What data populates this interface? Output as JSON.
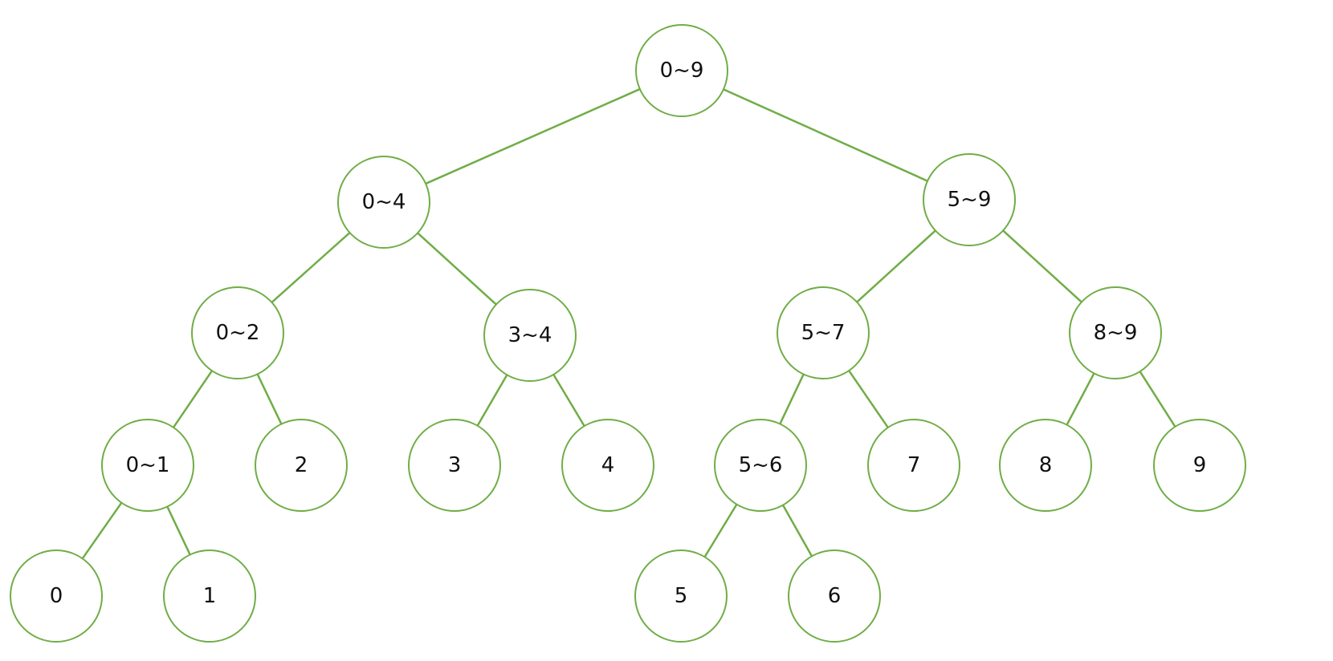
{
  "theme": {
    "stroke_color": "#70ad47",
    "node_fill": "#ffffff",
    "text_color": "#111111"
  },
  "nodes": [
    {
      "id": "n09",
      "label": "0~9"
    },
    {
      "id": "n04",
      "label": "0~4"
    },
    {
      "id": "n59",
      "label": "5~9"
    },
    {
      "id": "n02",
      "label": "0~2"
    },
    {
      "id": "n34",
      "label": "3~4"
    },
    {
      "id": "n57",
      "label": "5~7"
    },
    {
      "id": "n89",
      "label": "8~9"
    },
    {
      "id": "n01",
      "label": "0~1"
    },
    {
      "id": "n2",
      "label": "2"
    },
    {
      "id": "n3",
      "label": "3"
    },
    {
      "id": "n4",
      "label": "4"
    },
    {
      "id": "n56",
      "label": "5~6"
    },
    {
      "id": "n7",
      "label": "7"
    },
    {
      "id": "n8",
      "label": "8"
    },
    {
      "id": "n9",
      "label": "9"
    },
    {
      "id": "n0",
      "label": "0"
    },
    {
      "id": "n1",
      "label": "1"
    },
    {
      "id": "n5",
      "label": "5"
    },
    {
      "id": "n6",
      "label": "6"
    }
  ],
  "edges": [
    {
      "from": "n09",
      "to": "n04"
    },
    {
      "from": "n09",
      "to": "n59"
    },
    {
      "from": "n04",
      "to": "n02"
    },
    {
      "from": "n04",
      "to": "n34"
    },
    {
      "from": "n59",
      "to": "n57"
    },
    {
      "from": "n59",
      "to": "n89"
    },
    {
      "from": "n02",
      "to": "n01"
    },
    {
      "from": "n02",
      "to": "n2"
    },
    {
      "from": "n34",
      "to": "n3"
    },
    {
      "from": "n34",
      "to": "n4"
    },
    {
      "from": "n57",
      "to": "n56"
    },
    {
      "from": "n57",
      "to": "n7"
    },
    {
      "from": "n89",
      "to": "n8"
    },
    {
      "from": "n89",
      "to": "n9"
    },
    {
      "from": "n01",
      "to": "n0"
    },
    {
      "from": "n01",
      "to": "n1"
    },
    {
      "from": "n56",
      "to": "n5"
    },
    {
      "from": "n56",
      "to": "n6"
    }
  ]
}
